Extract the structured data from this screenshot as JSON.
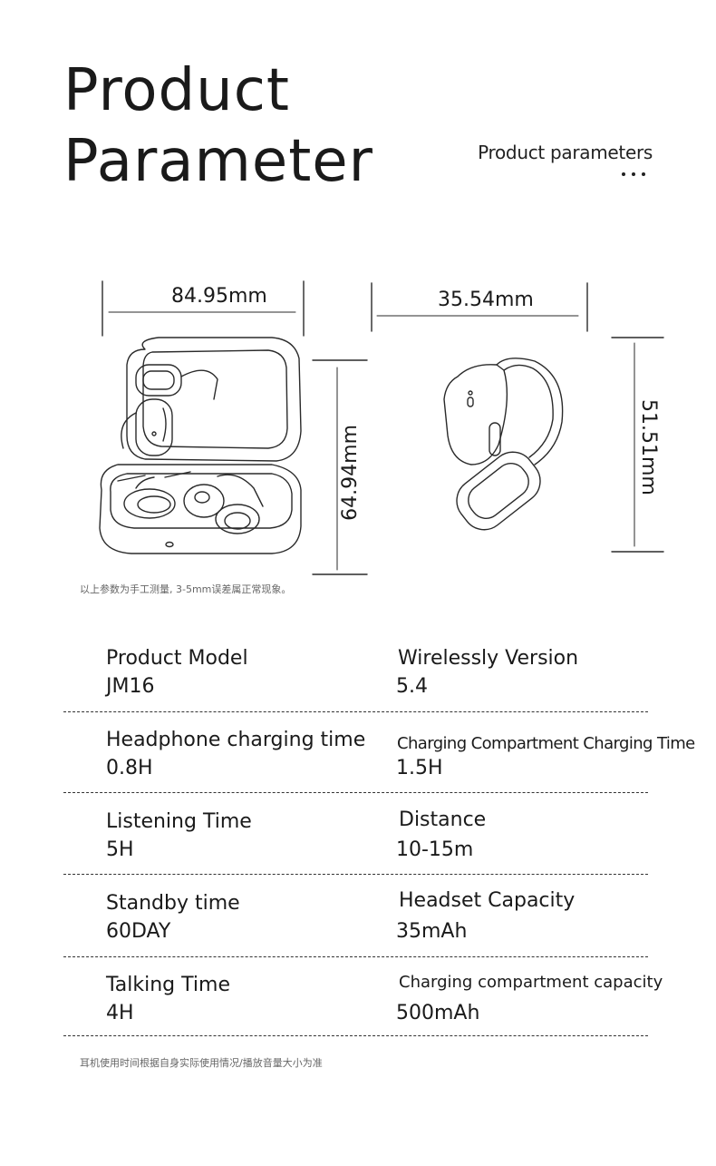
{
  "header": {
    "title_line1": "Product",
    "title_line2": "Parameter",
    "subtitle": "Product parameters"
  },
  "dimensions": {
    "case_width": "84.95mm",
    "case_height": "64.94mm",
    "earbud_width": "35.54mm",
    "earbud_height": "51.51mm"
  },
  "measure_note": "以上参数为手工测量, 3-5mm误差属正常现象。",
  "specs": [
    {
      "left_label": "Product Model",
      "left_value": "JM16",
      "right_label": "Wirelessly Version",
      "right_value": "5.4"
    },
    {
      "left_label": "Headphone charging time",
      "left_value": "0.8H",
      "right_label": "Charging Compartment Charging Time",
      "right_value": "1.5H"
    },
    {
      "left_label": "Listening Time",
      "left_value": "5H",
      "right_label": "Distance",
      "right_value": "10-15m"
    },
    {
      "left_label": "Standby time",
      "left_value": "60DAY",
      "right_label": "Headset Capacity",
      "right_value": "35mAh"
    },
    {
      "left_label": "Talking Time",
      "left_value": "4H",
      "right_label": "Charging compartment capacity",
      "right_value": "500mAh"
    }
  ],
  "footer_note": "耳机使用时间根据自身实际使用情况/播放音量大小为准"
}
